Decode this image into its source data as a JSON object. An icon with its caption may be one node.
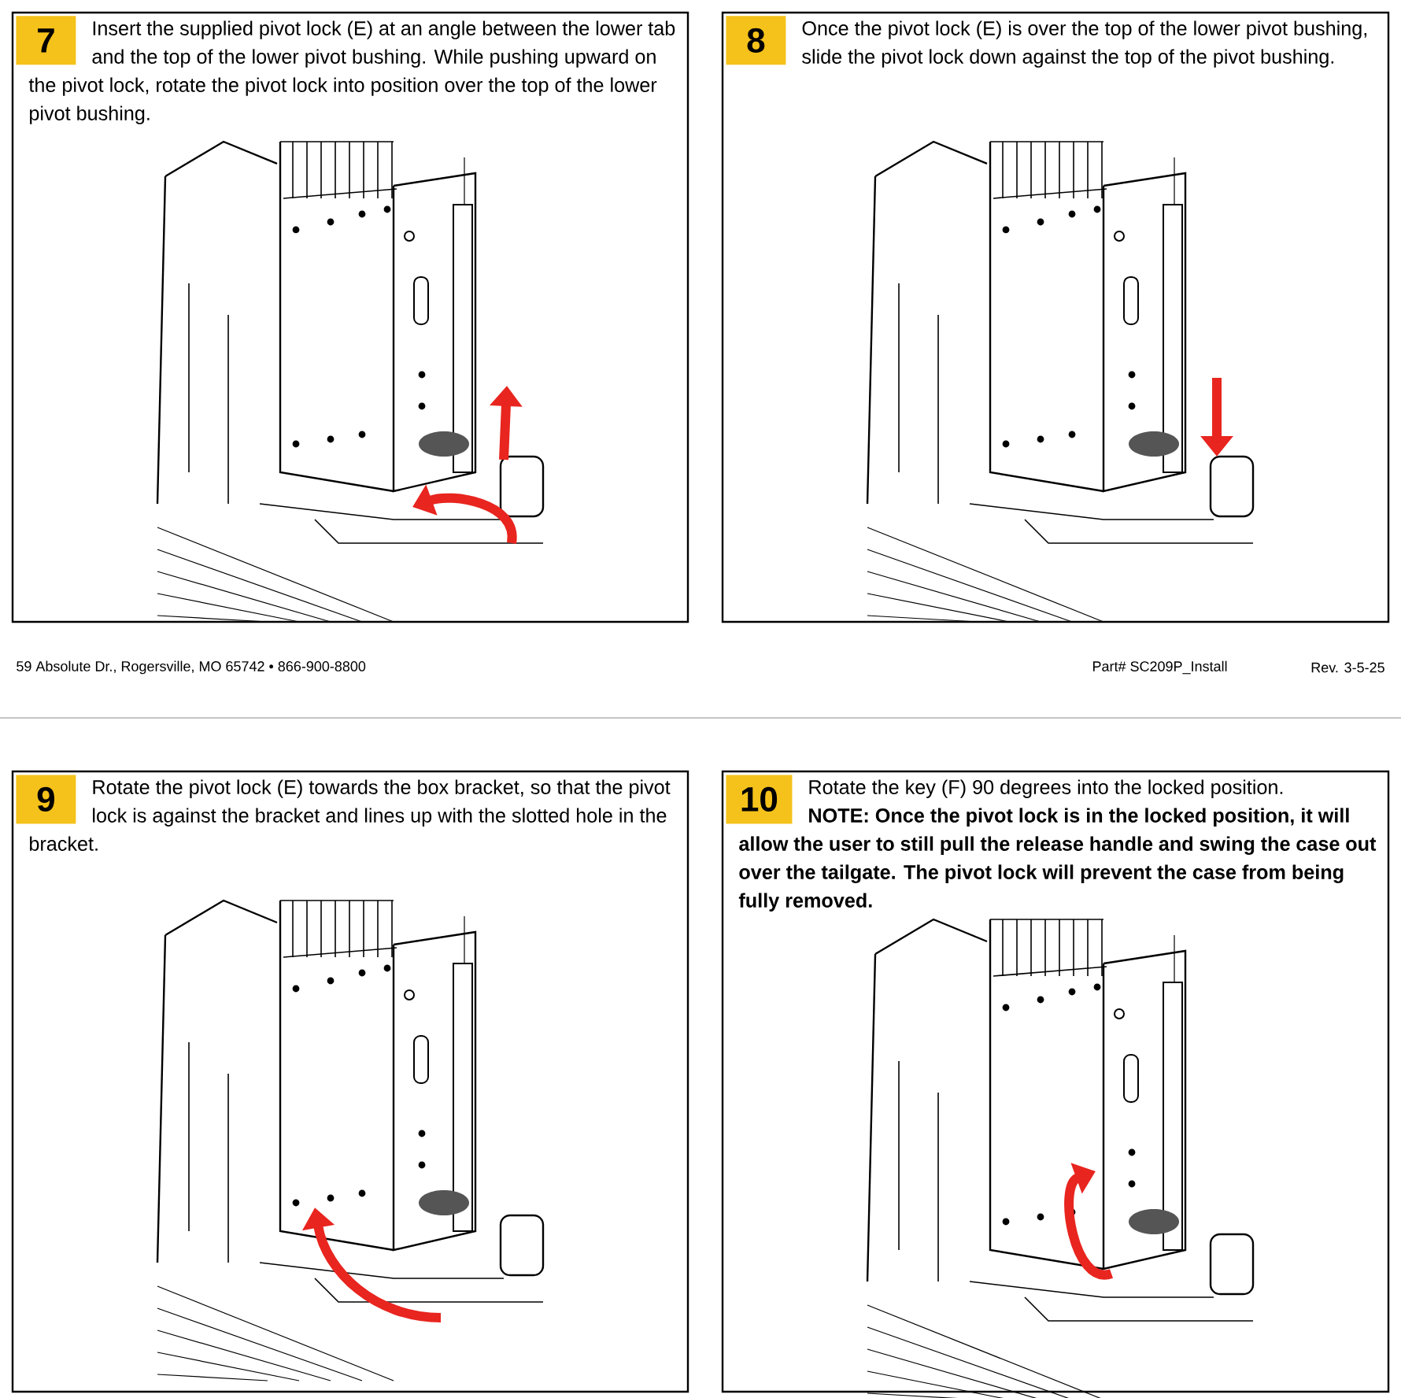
{
  "diagram": {
    "nodes": [
      {
        "text": [
          "7",
          "Insert the supplied pivot lock (E) at an angle between the lower tab and the top of the lower pivot bushing. While pushing upward on the pivot lock, rotate the pivot lock into position over the top of the lower pivot bushing."
        ]
      },
      {
        "text": [
          "8",
          "Once the pivot lock (E) is over the top of the lower pivot bushing, slide the pivot lock down against the top of the pivot bushing."
        ]
      },
      {
        "text": [
          "9",
          "Rotate the pivot lock (E) towards the box bracket, so that the pivot lock is against the bracket and lines up with the slotted hole in the bracket."
        ]
      },
      {
        "text": [
          "10",
          "Rotate the key (F) 90 degrees into the locked position.",
          "NOTE: Once the pivot lock is in the locked position, it will allow the user to still pull the release handle and swing the case out over the tailgate. The pivot lock will prevent the case from being fully removed."
        ]
      }
    ],
    "labels": [
      "59 Absolute Dr., Rogersville, MO 65742 • 866-900-8800",
      "Part# SC209P_Install",
      "Rev. 3-5-25"
    ]
  }
}
